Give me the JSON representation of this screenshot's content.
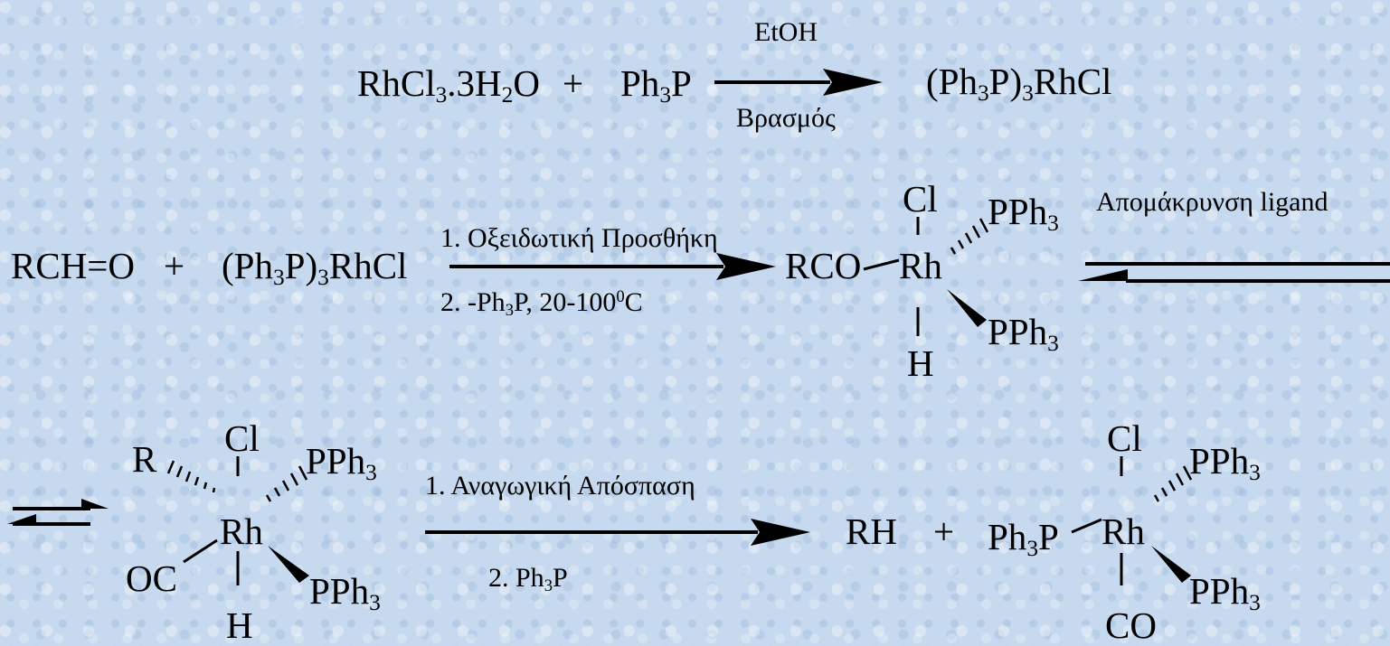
{
  "reaction1": {
    "reactant1": {
      "a": "RhCl",
      "s1": "3",
      "b": ".3H",
      "s2": "2",
      "c": "O"
    },
    "plus": "+",
    "reactant2": {
      "a": "Ph",
      "s": "3",
      "b": "P"
    },
    "reagent_top": "EtOH",
    "reagent_bottom": "Βρασμός",
    "product": {
      "a": "(Ph",
      "s1": "3",
      "b": "P)",
      "s2": "3",
      "c": "RhCl"
    }
  },
  "reaction2": {
    "reactant1": "RCH=O",
    "plus": "+",
    "reactant2": {
      "a": "(Ph",
      "s1": "3",
      "b": "P)",
      "s2": "3",
      "c": "RhCl"
    },
    "condition1": "1. Οξειδωτική Προσθήκη",
    "condition2": {
      "a": "2. -Ph",
      "s": "3",
      "b": "P, 20-100",
      "sup": "0",
      "c": "C"
    },
    "complex": {
      "top": "Cl",
      "left": "RCO",
      "center": "Rh",
      "bottom": "H",
      "upper_right": {
        "a": "PPh",
        "s": "3"
      },
      "lower_right": {
        "a": "PPh",
        "s": "3"
      }
    },
    "equilibrium_label": "Απομάκρυνση ligand"
  },
  "reaction3": {
    "complex": {
      "top": "Cl",
      "upper_left": "R",
      "lower_left": "OC",
      "center": "Rh",
      "bottom": "H",
      "upper_right": {
        "a": "PPh",
        "s": "3"
      },
      "lower_right": {
        "a": "PPh",
        "s": "3"
      }
    },
    "condition1": "1. Αναγωγική Απόσπαση",
    "condition2": {
      "a": "2. Ph",
      "s": "3",
      "b": "P"
    },
    "product1": "RH",
    "plus": "+",
    "product_complex": {
      "top": "Cl",
      "left": {
        "a": "Ph",
        "s": "3",
        "b": "P"
      },
      "center": "Rh",
      "bottom": "CO",
      "upper_right": {
        "a": "PPh",
        "s": "3"
      },
      "lower_right": {
        "a": "PPh",
        "s": "3"
      }
    }
  }
}
